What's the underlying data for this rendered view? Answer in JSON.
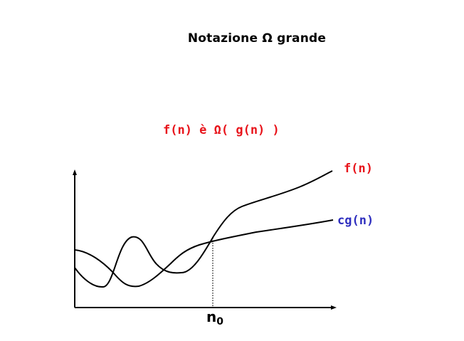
{
  "title": "Notazione Ω grande",
  "statement": "f(n) è Ω( g(n) )",
  "curve_labels": {
    "f": "f(n)",
    "cg": "cg(n)"
  },
  "x_marker": {
    "base": "n",
    "subscript": "0"
  },
  "colors": {
    "statement": "#e8141b",
    "f_label": "#e8141b",
    "cg_label": "#2f2fbf",
    "curves": "#000000"
  }
}
